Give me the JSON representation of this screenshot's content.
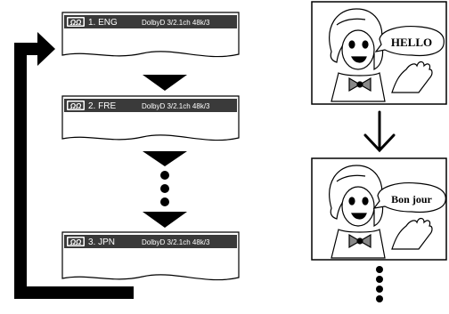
{
  "audio_screens": [
    {
      "label": "1. ENG",
      "format": "DolbyD 3/2.1ch 48k/3"
    },
    {
      "label": "2. FRE",
      "format": "DolbyD 3/2.1ch 48k/3"
    },
    {
      "label": "3. JPN",
      "format": "DolbyD 3/2.1ch 48k/3"
    }
  ],
  "speech_bubbles": [
    "HELLO",
    "Bon jour"
  ],
  "icons": {
    "audio": "audio-track-icon",
    "speaker": "speaking-girl-illustration",
    "arrow": "down-arrow-icon",
    "loop": "loop-back-arrow-icon",
    "continuation": "vertical-dots-icon"
  },
  "colors": {
    "osd_bar": "#3a3a3a",
    "osd_text": "#ffffff",
    "line": "#000000",
    "background": "#ffffff"
  }
}
